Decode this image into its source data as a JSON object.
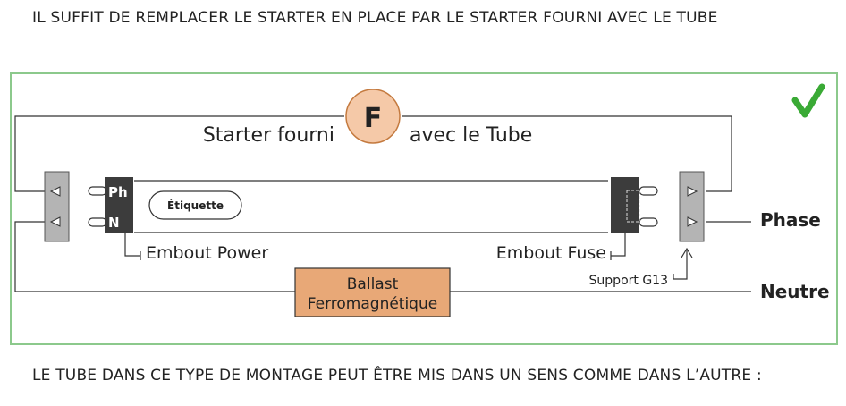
{
  "heading": "IL SUFFIT DE REMPLACER LE STARTER EN PLACE PAR LE STARTER FOURNI AVEC LE TUBE",
  "footer": "LE TUBE DANS CE TYPE DE MONTAGE PEUT ÊTRE MIS DANS UN SENS COMME DANS L’AUTRE :",
  "diagram": {
    "starter_letter": "F",
    "starter_label_left": "Starter fourni",
    "starter_label_right": "avec le Tube",
    "pin_ph": "Ph",
    "pin_n": "N",
    "etiquette": "Étiquette",
    "embout_power": "Embout Power",
    "embout_fuse": "Embout Fuse",
    "support": "Support G13",
    "phase": "Phase",
    "neutre": "Neutre",
    "ballast_line1": "Ballast",
    "ballast_line2": "Ferromagnétique"
  },
  "colors": {
    "frame_green": "#8cc98c",
    "check_green": "#3aaa35",
    "starter_fill": "#f5c9a8",
    "ballast_fill": "#e8a877",
    "end_cap_dark": "#3c3c3c",
    "socket_grey": "#b4b4b4"
  },
  "icons": {
    "status": "checkmark-icon"
  }
}
